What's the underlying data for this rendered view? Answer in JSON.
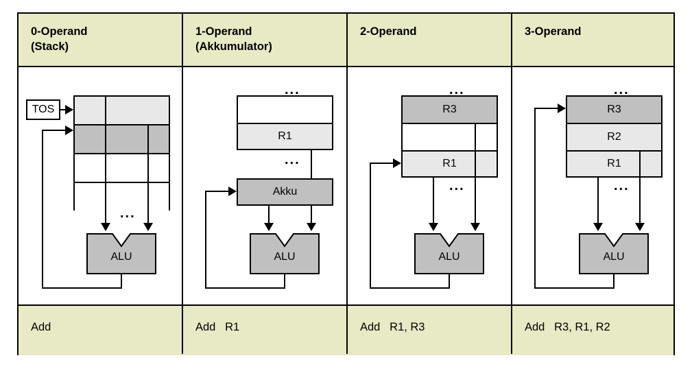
{
  "table": {
    "columns": [
      {
        "id": "col-0-operand",
        "header": "0-Operand\n(Stack)",
        "instruction": "Add",
        "diagram": {
          "type": "stack",
          "pointer_label": "TOS",
          "cells": [
            {
              "label": "",
              "fill": "light"
            },
            {
              "label": "",
              "fill": "mid"
            },
            {
              "label": "",
              "fill": "white"
            },
            {
              "label": "",
              "fill": "white"
            }
          ],
          "ellipsis": "...",
          "alu_label": "ALU"
        }
      },
      {
        "id": "col-1-operand",
        "header": "1-Operand\n(Akkumulator)",
        "instruction": "Add   R1",
        "diagram": {
          "type": "accumulator",
          "top_ellipsis": "...",
          "cells": [
            {
              "label": "",
              "fill": "white"
            },
            {
              "label": "R1",
              "fill": "light"
            }
          ],
          "mid_ellipsis": "...",
          "accumulator_label": "Akku",
          "alu_label": "ALU"
        }
      },
      {
        "id": "col-2-operand",
        "header": "2-Operand",
        "instruction": "Add   R1, R3",
        "diagram": {
          "type": "registers",
          "top_ellipsis": "...",
          "cells": [
            {
              "label": "R3",
              "fill": "mid"
            },
            {
              "label": "",
              "fill": "white"
            },
            {
              "label": "R1",
              "fill": "light"
            }
          ],
          "mid_ellipsis": "...",
          "alu_label": "ALU"
        }
      },
      {
        "id": "col-3-operand",
        "header": "3-Operand",
        "instruction": "Add   R3, R1, R2",
        "diagram": {
          "type": "registers",
          "top_ellipsis": "...",
          "cells": [
            {
              "label": "R3",
              "fill": "mid"
            },
            {
              "label": "R2",
              "fill": "light"
            },
            {
              "label": "R1",
              "fill": "light"
            }
          ],
          "mid_ellipsis": "...",
          "alu_label": "ALU"
        }
      }
    ]
  },
  "colors": {
    "header_band": "#e8e9c5",
    "cell_light": "#e8e8e8",
    "cell_mid": "#c0c0c0",
    "line": "#000000",
    "page_background": "#ffffff"
  }
}
